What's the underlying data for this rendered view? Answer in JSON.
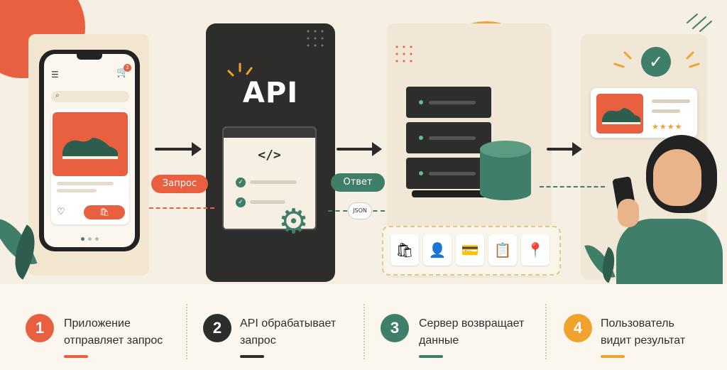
{
  "labels": {
    "request": "Запрос",
    "response": "Ответ",
    "json": "JSON",
    "api": "API",
    "code": "</>",
    "cart_count": "2"
  },
  "icons": {
    "menu": "☰",
    "cart": "🛒",
    "search": "⌕",
    "heart": "♡",
    "buy": "🛍",
    "gear": "⚙",
    "check": "✓",
    "stars": "★★★★",
    "data_tiles": [
      "🛍",
      "👤",
      "💳",
      "📋",
      "📍"
    ]
  },
  "steps": [
    {
      "number": "1",
      "line1": "Приложение",
      "line2": "отправляет запрос",
      "color": "#e8603f"
    },
    {
      "number": "2",
      "line1": "API обрабатывает",
      "line2": "запрос",
      "color": "#2d2d2b"
    },
    {
      "number": "3",
      "line1": "Сервер возвращает",
      "line2": "данные",
      "color": "#3f7e68"
    },
    {
      "number": "4",
      "line1": "Пользователь",
      "line2": "видит результат",
      "color": "#efa32c"
    }
  ],
  "colors": {
    "accent_red": "#e8603f",
    "accent_green": "#3f7e68",
    "accent_yellow": "#efa32c",
    "dark": "#2d2d2b",
    "background": "#f6efe3"
  }
}
